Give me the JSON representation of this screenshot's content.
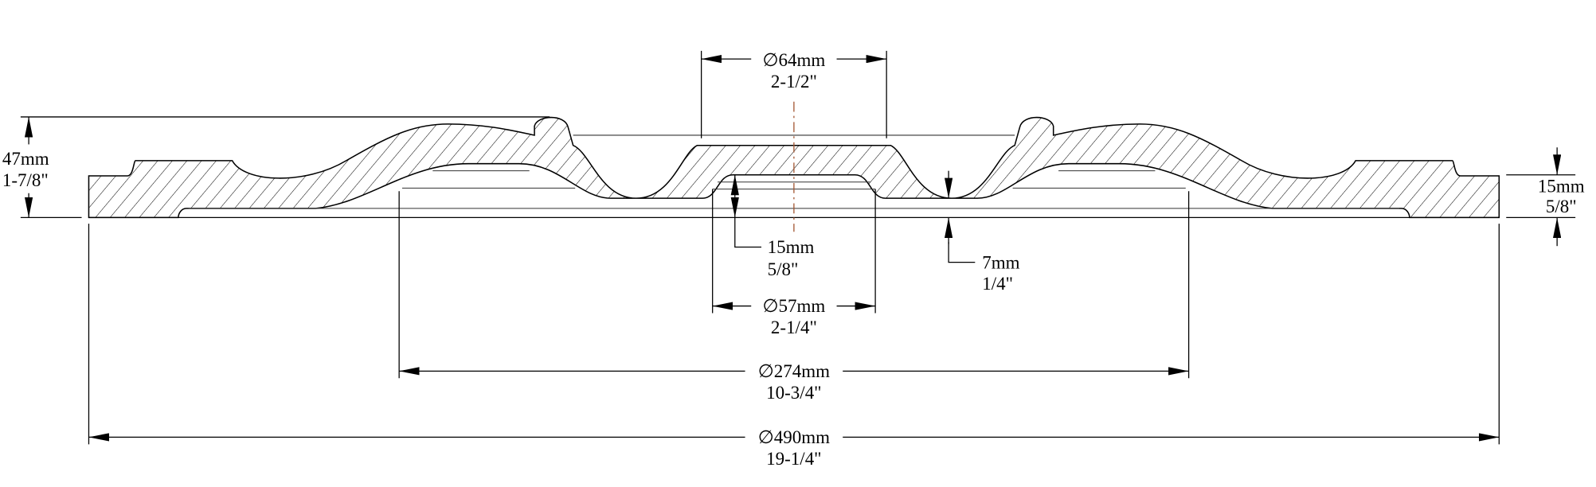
{
  "drawing": {
    "title": "Ceiling medallion cross-section",
    "dimensions": {
      "overall_height": {
        "mm": "47mm",
        "in": "1-7/8\""
      },
      "inner_diameter_top": {
        "mm": "64mm",
        "in": "2-1/2\""
      },
      "center_recess_depth": {
        "mm": "15mm",
        "in": "5/8\""
      },
      "inner_diameter_bottom": {
        "mm": "57mm",
        "in": "2-1/4\""
      },
      "center_thickness": {
        "mm": "7mm",
        "in": "1/4\""
      },
      "mid_diameter": {
        "mm": "274mm",
        "in": "10-3/4\""
      },
      "outer_diameter": {
        "mm": "490mm",
        "in": "19-1/4\""
      },
      "edge_thickness": {
        "mm": "15mm",
        "in": "5/8\""
      }
    },
    "diameter_symbol": "∅",
    "colors": {
      "line": "#000000",
      "centerline": "#a0522d"
    }
  }
}
